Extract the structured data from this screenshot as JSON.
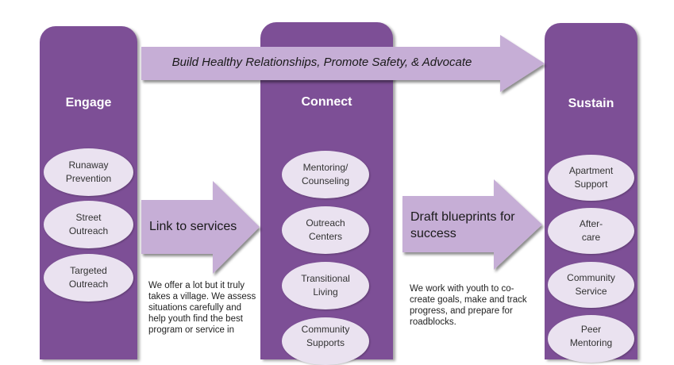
{
  "colors": {
    "column": "#7d4f96",
    "arrow": "#c6aed6",
    "oval": "#eae2f0",
    "title_text": "#ffffff"
  },
  "banner": {
    "label": "Build Healthy Relationships, Promote Safety, & Advocate"
  },
  "columns": {
    "engage": {
      "title": "Engage",
      "items": [
        {
          "line1": "Runaway",
          "line2": "Prevention"
        },
        {
          "line1": "Street",
          "line2": "Outreach"
        },
        {
          "line1": "Targeted",
          "line2": "Outreach"
        }
      ]
    },
    "connect": {
      "title": "Connect",
      "items": [
        {
          "line1": "Mentoring/",
          "line2": "Counseling"
        },
        {
          "line1": "Outreach",
          "line2": "Centers"
        },
        {
          "line1": "Transitional",
          "line2": "Living"
        },
        {
          "line1": "Community",
          "line2": "Supports"
        }
      ]
    },
    "sustain": {
      "title": "Sustain",
      "items": [
        {
          "line1": "Apartment",
          "line2": "Support"
        },
        {
          "line1": "After-",
          "line2": "care"
        },
        {
          "line1": "Community",
          "line2": "Service"
        },
        {
          "line1": "Peer",
          "line2": "Mentoring"
        }
      ]
    }
  },
  "link_arrow": {
    "label": "Link to services",
    "description": "We offer a lot but it truly takes a village. We assess situations carefully and help youth find the best program or service in"
  },
  "draft_arrow": {
    "label": "Draft blueprints for success",
    "description": "We work with youth to co-create goals, make and track progress, and prepare for roadblocks."
  }
}
